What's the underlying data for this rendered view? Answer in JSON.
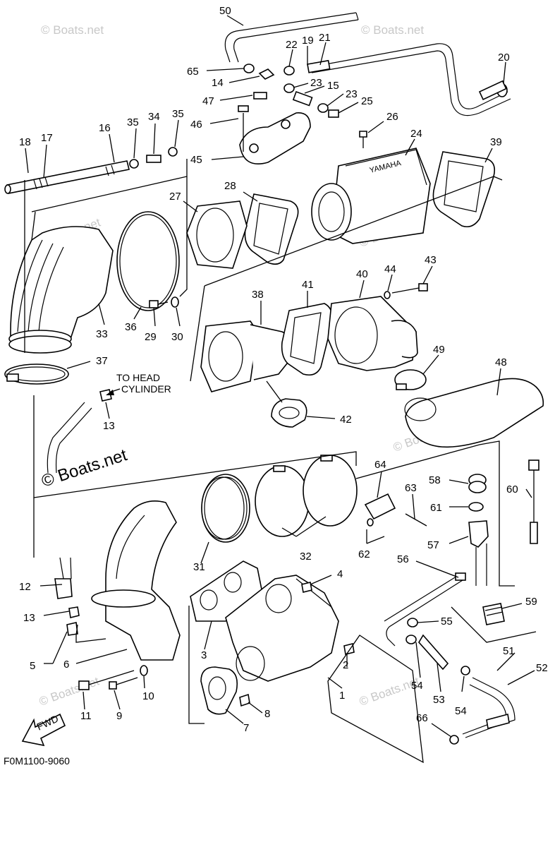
{
  "diagram": {
    "figure_code": "F0M1100-9060",
    "note_to_head": "TO HEAD",
    "note_cylinder": "CYLINDER",
    "fwd_label": "FWD",
    "watermark_main": "© Boats.net",
    "watermark_small": "© Boats.net",
    "callouts": {
      "c50": "50",
      "c22": "22",
      "c19": "19",
      "c21": "21",
      "c20": "20",
      "c65": "65",
      "c14": "14",
      "c23a": "23",
      "c15": "15",
      "c47": "47",
      "c23b": "23",
      "c25": "25",
      "c26": "26",
      "c46": "46",
      "c24": "24",
      "c45": "45",
      "c39": "39",
      "c16": "16",
      "c35a": "35",
      "c34": "34",
      "c35b": "35",
      "c18": "18",
      "c17": "17",
      "c27": "27",
      "c28": "28",
      "c33": "33",
      "c36": "36",
      "c29": "29",
      "c30": "30",
      "c38": "38",
      "c41": "41",
      "c40": "40",
      "c44": "44",
      "c43": "43",
      "c37": "37",
      "c13a": "13",
      "c49": "49",
      "c48": "48",
      "c42": "42",
      "c64": "64",
      "c58": "58",
      "c63": "63",
      "c60": "60",
      "c61": "61",
      "c31": "31",
      "c32": "32",
      "c62": "62",
      "c57": "57",
      "c56": "56",
      "c4": "4",
      "c12": "12",
      "c59": "59",
      "c13b": "13",
      "c55": "55",
      "c3": "3",
      "c5": "5",
      "c6": "6",
      "c2": "2",
      "c51": "51",
      "c52": "52",
      "c54a": "54",
      "c1": "1",
      "c10": "10",
      "c53": "53",
      "c54b": "54",
      "c11": "11",
      "c9": "9",
      "c8": "8",
      "c7": "7",
      "c66": "66"
    }
  }
}
